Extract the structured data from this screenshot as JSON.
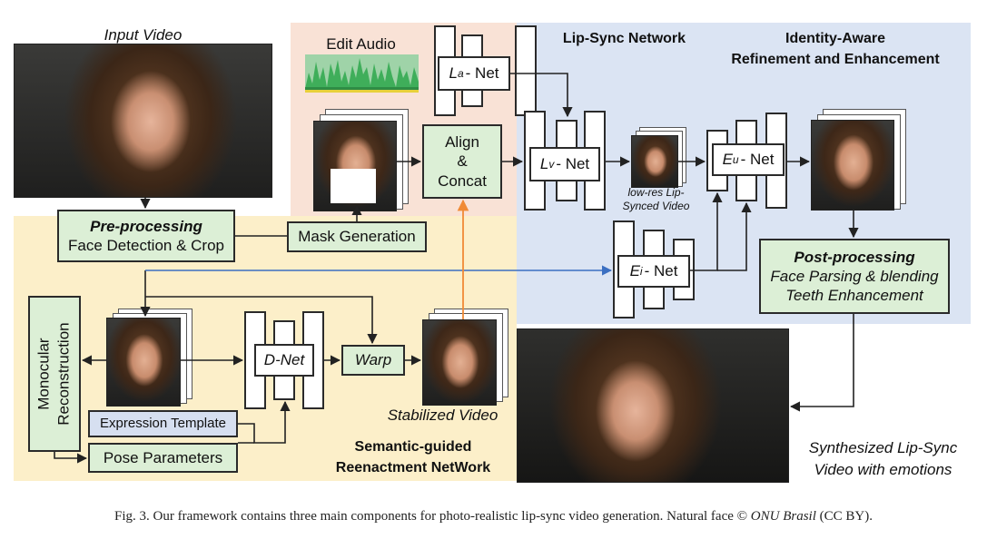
{
  "labels": {
    "input_video": "Input Video",
    "edit_audio": "Edit Audio",
    "lip_sync_network": "Lip-Sync Network",
    "identity_aware_1": "Identity-Aware",
    "identity_aware_2": "Refinement and Enhancement",
    "preproc_title": "Pre-processing",
    "preproc_sub": "Face Detection & Crop",
    "mask_generation": "Mask Generation",
    "align": "Align",
    "amp": "&",
    "concat": "Concat",
    "la_net_main": "L",
    "la_net_sub": "a",
    "lv_net_main": "L",
    "lv_net_sub": "v",
    "eu_net_main": "E",
    "eu_net_sub": "u",
    "ei_net_main": "E",
    "ei_net_sub": "i",
    "net_suffix": "- Net",
    "lowres_1": "low-res Lip-",
    "lowres_2": "Synced Video",
    "postproc_title": "Post-processing",
    "postproc_sub1": "Face Parsing & blending",
    "postproc_sub2": "Teeth Enhancement",
    "monocular_1": "Monocular",
    "monocular_2": "Reconstruction",
    "d_net": "D-Net",
    "warp": "Warp",
    "stabilized_video": "Stabilized Video",
    "expression_template": "Expression Template",
    "pose_parameters": "Pose Parameters",
    "semantic_1": "Semantic-guided",
    "semantic_2": "Reenactment NetWork",
    "synth_1": "Synthesized Lip-Sync",
    "synth_2": "Video with emotions"
  },
  "caption": {
    "prefix": "Fig. 3.  Our framework contains three main components for photo-realistic lip-sync video generation. Natural face © ",
    "source": "ONU Brasil",
    "suffix": " (CC BY)."
  },
  "colors": {
    "lip_sync_bg": "#f9e2d6",
    "identity_bg": "#dbe4f3",
    "semantic_bg": "#fcefc9",
    "box_green": "#dcefd6",
    "box_blue": "#d6dff0",
    "blue_arrow": "#3b6fc1",
    "orange_arrow": "#f08a35",
    "audio_green": "#3fae5a"
  }
}
